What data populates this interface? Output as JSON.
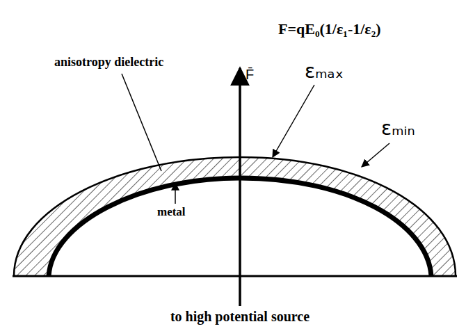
{
  "diagram": {
    "labels": [
      "F=qE₀(1/ε₁-1/ε₂)",
      "anisotropy dielectric",
      "F̄",
      "εₘₐₓ",
      "εₘᵢₙ",
      "metal",
      "to high potential source"
    ]
  }
}
